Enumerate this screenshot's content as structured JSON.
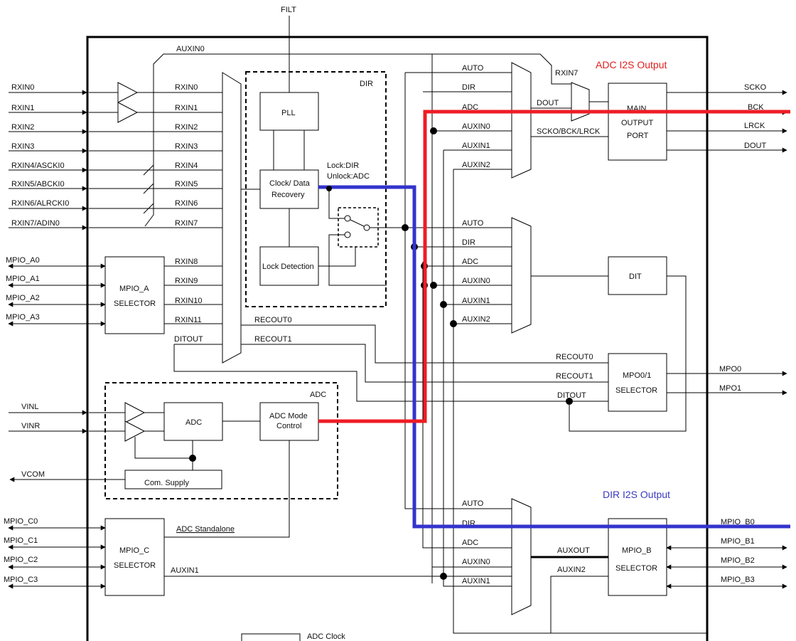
{
  "title_red": "ADC I2S Output",
  "title_blue": "DIR I2S Output",
  "colors": {
    "adc_path": "#ee1c25",
    "dir_path": "#3333cc",
    "wire": "#000000"
  },
  "top": {
    "filt": "FILT",
    "auxin0": "AUXIN0"
  },
  "inputs": {
    "rxin": [
      "RXIN0",
      "RXIN1",
      "RXIN2",
      "RXIN3",
      "RXIN4/ASCKI0",
      "RXIN5/ABCKI0",
      "RXIN6/ALRCKI0",
      "RXIN7/ADIN0"
    ],
    "mpio_a": [
      "MPIO_A0",
      "MPIO_A1",
      "MPIO_A2",
      "MPIO_A3"
    ],
    "analog": [
      "VINL",
      "VINR"
    ],
    "vcom": "VCOM",
    "mpio_c": [
      "MPIO_C0",
      "MPIO_C1",
      "MPIO_C2",
      "MPIO_C3"
    ]
  },
  "inner_rx": [
    "RXIN0",
    "RXIN1",
    "RXIN2",
    "RXIN3",
    "RXIN4",
    "RXIN5",
    "RXIN6",
    "RXIN7",
    "RXIN8",
    "RXIN9",
    "RXIN10",
    "RXIN11"
  ],
  "mux_labels": {
    "ditout": "DITOUT",
    "recout0": "RECOUT0",
    "recout1": "RECOUT1",
    "adc_standalone": "ADC Standalone",
    "auxin1": "AUXIN1",
    "adc_clock": "ADC Clock"
  },
  "blocks": {
    "mpio_a_sel": [
      "MPIO_A",
      "SELECTOR"
    ],
    "mpio_c_sel": [
      "MPIO_C",
      "SELECTOR"
    ],
    "dir_group": "DIR",
    "pll": "PLL",
    "clock_data": [
      "Clock/ Data",
      "Recovery"
    ],
    "lock_detection": "Lock Detection",
    "lock_dir": "Lock:DIR",
    "unlock_adc": "Unlock:ADC",
    "adc_group": "ADC",
    "adc": "ADC",
    "adc_mode": [
      "ADC Mode",
      "Control"
    ],
    "com_supply": "Com. Supply",
    "main_output": [
      "MAIN",
      "OUTPUT",
      "PORT"
    ],
    "dit": "DIT",
    "mpo_sel": [
      "MPO0/1",
      "SELECTOR"
    ],
    "mpio_b_sel": [
      "MPIO_B",
      "SELECTOR"
    ]
  },
  "mux_inputs": [
    "AUTO",
    "DIR",
    "ADC",
    "AUXIN0",
    "AUXIN1",
    "AUXIN2"
  ],
  "main_port": {
    "rxin7": "RXIN7",
    "dout": "DOUT",
    "sck_bck_lrck": "SCKO/BCK/LRCK"
  },
  "mpo_inputs": [
    "RECOUT0",
    "RECOUT1",
    "DITOUT"
  ],
  "mpio_b_inputs": {
    "auxout": "AUXOUT",
    "auxin2": "AUXIN2"
  },
  "outputs": {
    "main": [
      "SCKO",
      "BCK",
      "LRCK",
      "DOUT"
    ],
    "mpo": [
      "MPO0",
      "MPO1"
    ],
    "mpio_b": [
      "MPIO_B0",
      "MPIO_B1",
      "MPIO_B2",
      "MPIO_B3"
    ]
  }
}
